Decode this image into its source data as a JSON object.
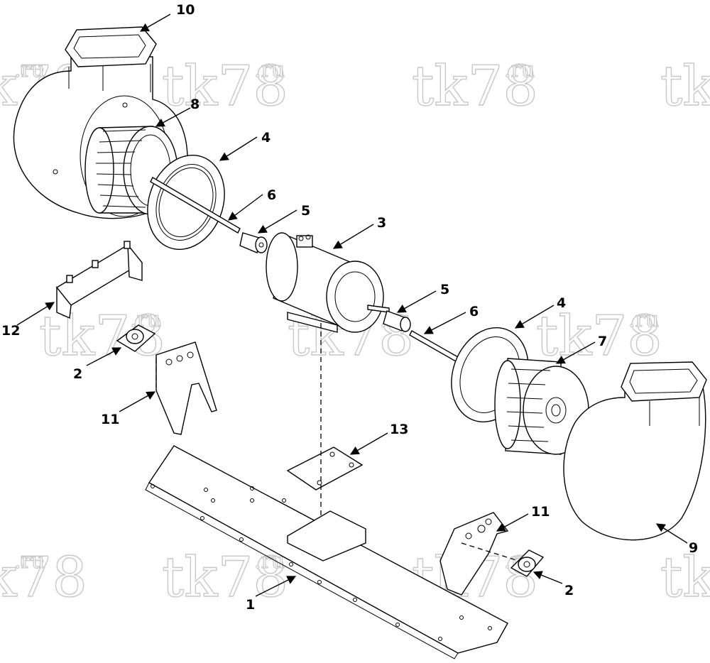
{
  "watermark": {
    "main": "tk78",
    "sup": ".ru"
  },
  "callouts": {
    "c1": "1",
    "c2a": "2",
    "c2b": "2",
    "c3": "3",
    "c4a": "4",
    "c4b": "4",
    "c5a": "5",
    "c5b": "5",
    "c6a": "6",
    "c6b": "6",
    "c7": "7",
    "c8": "8",
    "c9": "9",
    "c10": "10",
    "c11a": "11",
    "c11b": "11",
    "c12": "12",
    "c13": "13"
  }
}
